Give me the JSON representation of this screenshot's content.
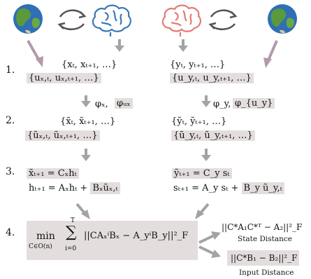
{
  "steps": {
    "s1": "1.",
    "s2": "2.",
    "s3": "3.",
    "s4": "4."
  },
  "left": {
    "x_seq": "{xₜ, xₜ₊₁, …}",
    "u_seq": "{uₓ,ₜ, uₓ,ₜ₊₁, …}",
    "phi_x": "φₓ,",
    "phi_ux": "φᵤₓ",
    "xt_seq": "{x̃ₜ, x̃ₜ₊₁, …}",
    "ut_seq": "{ũₓ,ₜ, ũₓ,ₜ₊₁, …}",
    "eq1": "x̃ₜ₊₁ = Cₓhₜ",
    "eq2": "hₜ₊₁ = Aₓhₜ + ",
    "eq2b": "Bₓũₓ,ₜ"
  },
  "right": {
    "y_seq": "{yₜ, yₜ₊₁, …}",
    "u_seq": "{u_y,ₜ, u_y,ₜ₊₁, …}",
    "phi_y": "φ_y,",
    "phi_uy": "φ_{u_y}",
    "yt_seq": "{ỹₜ, ỹₜ₊₁, …}",
    "ut_seq": "{ũ_y,ₜ, ũ_y,ₜ₊₁, …}",
    "eq1": "ỹₜ₊₁ = C_y sₜ",
    "eq2": "sₜ₊₁ = A_y sₜ + ",
    "eq2b": "B_y ũ_y,ₜ"
  },
  "objective": {
    "min": "min",
    "sub": "C∈O(n)",
    "sum_top": "T",
    "sum": "∑",
    "sum_bot": "i=0",
    "term": "||CAₓⁱBₓ − A_yⁱB_y||²_F"
  },
  "state": {
    "formula": "||C*A₁C*ᵀ − A₂||²_F",
    "label": "State Distance"
  },
  "input": {
    "formula": "||C*B₁ − B₂||²_F",
    "label": "Input Distance"
  },
  "colors": {
    "highlight": "#e3dedd",
    "arrow_gray": "#a3a3a3",
    "earth_arrow": "#b39aa8",
    "brain_blue": "#3a78b5",
    "brain_red": "#e27a72",
    "ocean": "#2e6fb6",
    "land": "#5a9a3c"
  },
  "icons": [
    "earth-icon",
    "brain-icon",
    "cycle-arrows-icon"
  ]
}
